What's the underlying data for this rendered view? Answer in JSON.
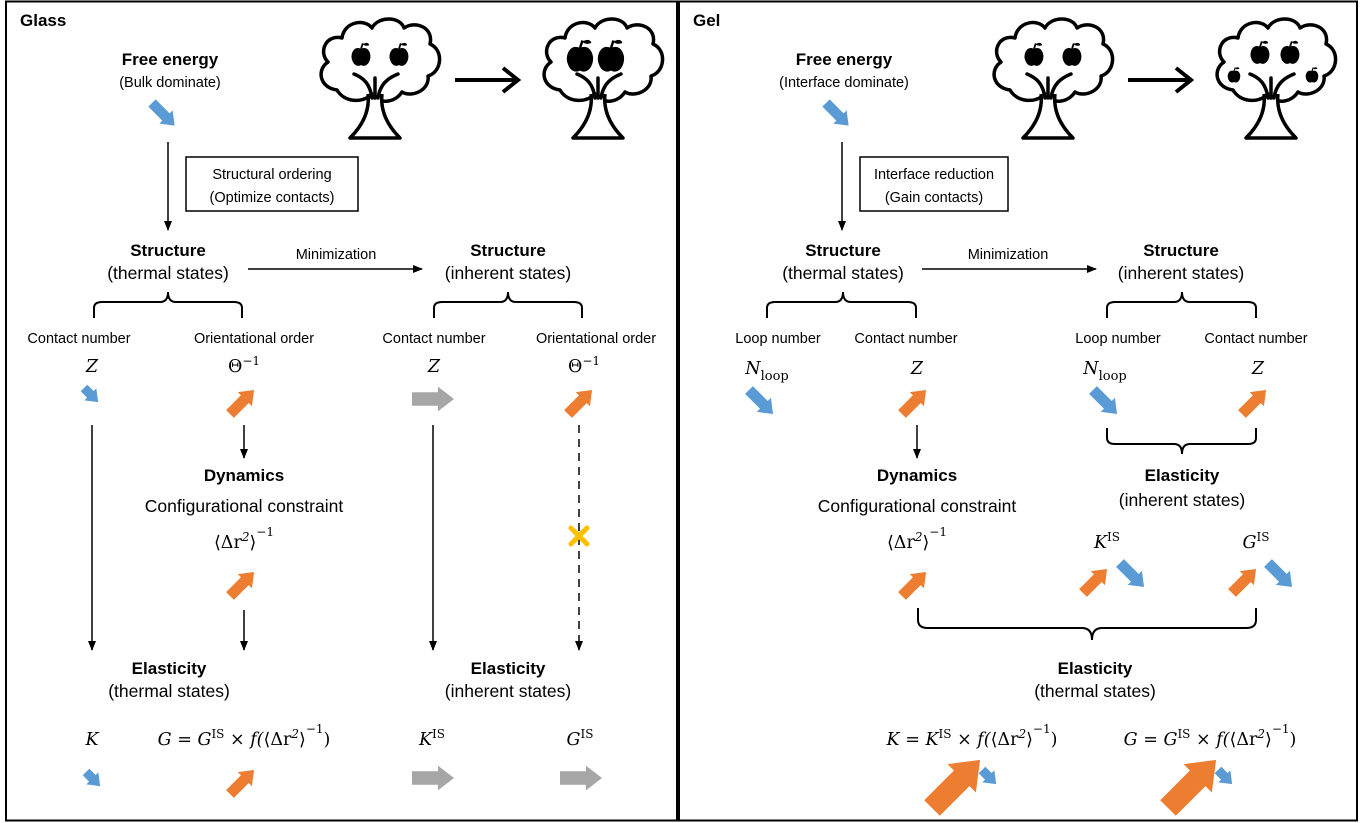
{
  "colors": {
    "blue": "#5b9bd5",
    "orange": "#ed7d31",
    "gray": "#a6a6a6",
    "yellow": "#ffc000",
    "line": "#000000"
  },
  "glass": {
    "panel_title": "Glass",
    "free_energy": {
      "title": "Free energy",
      "subtitle": "(Bulk dominate)",
      "arrow": "down-right",
      "color": "blue"
    },
    "process_box": {
      "line1": "Structural ordering",
      "line2": "(Optimize contacts)"
    },
    "minimization": "Minimization",
    "structure_thermal": {
      "title": "Structure",
      "subtitle": "(thermal states)"
    },
    "structure_inherent": {
      "title": "Structure",
      "subtitle": "(inherent states)"
    },
    "params": [
      {
        "label": "Contact number",
        "symbol": "Z",
        "trend": "down-right",
        "color": "blue"
      },
      {
        "label": "Orientational order",
        "symbol": "Θ",
        "sup": "−1",
        "trend": "up-right",
        "color": "orange"
      },
      {
        "label": "Contact number",
        "symbol": "Z",
        "trend": "flat",
        "color": "gray"
      },
      {
        "label": "Orientational order",
        "symbol": "Θ",
        "sup": "−1",
        "trend": "up-right",
        "color": "orange"
      }
    ],
    "dynamics": {
      "title": "Dynamics",
      "subtitle": "Configurational constraint",
      "trend": "up-right",
      "color": "orange"
    },
    "blocked_mark": {
      "icon": "cross-icon",
      "color": "yellow"
    },
    "elasticity_thermal": {
      "title": "Elasticity",
      "subtitle": "(thermal states)"
    },
    "elasticity_inherent": {
      "title": "Elasticity",
      "subtitle": "(inherent states)"
    },
    "moduli": [
      {
        "lhs": "K",
        "trend": "down-right",
        "color": "blue"
      },
      {
        "lhs": "G",
        "rhs_base": "G",
        "sup": "IS",
        "times_f": "× f(",
        "trend": "up-right",
        "color": "orange"
      },
      {
        "lhs": "K",
        "sup": "IS",
        "trend": "flat",
        "color": "gray"
      },
      {
        "lhs": "G",
        "sup": "IS",
        "trend": "flat",
        "color": "gray"
      }
    ]
  },
  "gel": {
    "panel_title": "Gel",
    "free_energy": {
      "title": "Free energy",
      "subtitle": "(Interface dominate)",
      "arrow": "down-right",
      "color": "blue"
    },
    "process_box": {
      "line1": "Interface reduction",
      "line2": "(Gain contacts)"
    },
    "minimization": "Minimization",
    "structure_thermal": {
      "title": "Structure",
      "subtitle": "(thermal states)"
    },
    "structure_inherent": {
      "title": "Structure",
      "subtitle": "(inherent states)"
    },
    "params": [
      {
        "label": "Loop number",
        "symbol": "N",
        "sub": "loop",
        "trend": "down-right",
        "color": "blue"
      },
      {
        "label": "Contact number",
        "symbol": "Z",
        "trend": "up-right",
        "color": "orange"
      },
      {
        "label": "Loop number",
        "symbol": "N",
        "sub": "loop",
        "trend": "down-right",
        "color": "blue"
      },
      {
        "label": "Contact number",
        "symbol": "Z",
        "trend": "up-right",
        "color": "orange"
      }
    ],
    "dynamics": {
      "title": "Dynamics",
      "subtitle": "Configurational constraint",
      "trend": "up-right",
      "color": "orange"
    },
    "elasticity_inherent": {
      "title": "Elasticity",
      "subtitle": "(inherent states)"
    },
    "inherent_moduli": [
      {
        "symbol": "K",
        "sup": "IS",
        "trends": [
          "up-right",
          "down-right"
        ]
      },
      {
        "symbol": "G",
        "sup": "IS",
        "trends": [
          "up-right",
          "down-right"
        ]
      }
    ],
    "elasticity_thermal": {
      "title": "Elasticity",
      "subtitle": "(thermal states)"
    },
    "moduli": [
      {
        "lhs": "K",
        "rhs_base": "K",
        "sup": "IS",
        "times_f": "× f(",
        "trends": [
          "up-right-large",
          "down-right"
        ]
      },
      {
        "lhs": "G",
        "rhs_base": "G",
        "sup": "IS",
        "times_f": "× f(",
        "trends": [
          "up-right-large",
          "down-right"
        ]
      }
    ]
  },
  "math": {
    "delta_r2": "⟨Δr",
    "r2_sup": "2",
    "close": "⟩",
    "inv_sup": "−1",
    "eq": "="
  },
  "icons": [
    "tree-two-apples-icon",
    "tree-big-apples-icon",
    "tree-many-apples-icon",
    "right-arrow-icon"
  ]
}
